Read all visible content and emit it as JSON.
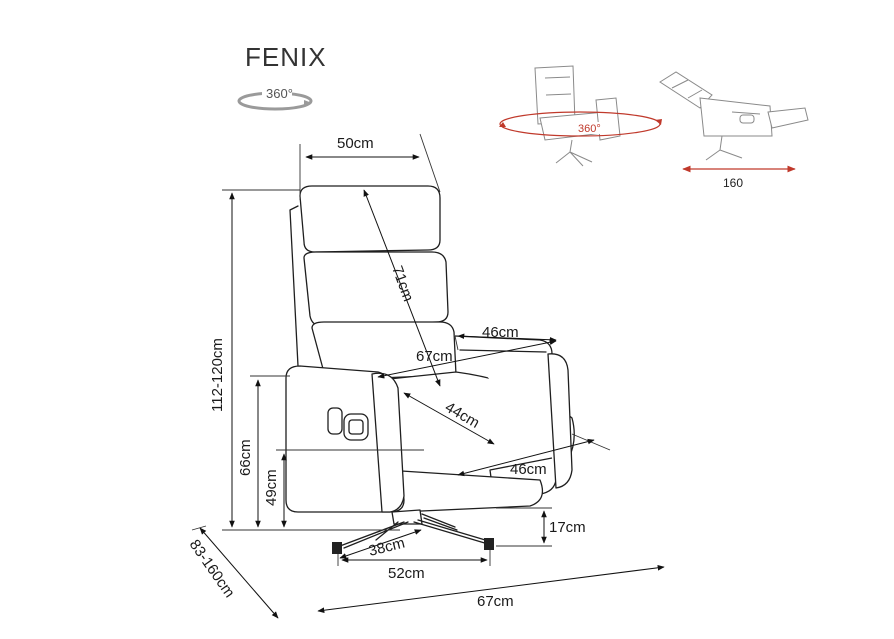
{
  "title": "FENIX",
  "rotate_badge": "360°",
  "rotate_badge_small": "360°",
  "recline_length": "160",
  "colors": {
    "ink": "#1f1f1f",
    "accent_red": "#c0392b",
    "gray": "#8a8a8a"
  },
  "dimensions": {
    "back_width": "50cm",
    "back_height": "71cm",
    "armrest_depth": "46cm",
    "inner_width": "67cm",
    "seat_depth": "44cm",
    "seat_width": "46cm",
    "total_height": "112-120cm",
    "arm_height": "66cm",
    "seat_height": "49cm",
    "base_height": "17cm",
    "base_depth": "38cm",
    "base_width": "52cm",
    "total_width": "67cm",
    "total_depth": "83-160cm"
  }
}
